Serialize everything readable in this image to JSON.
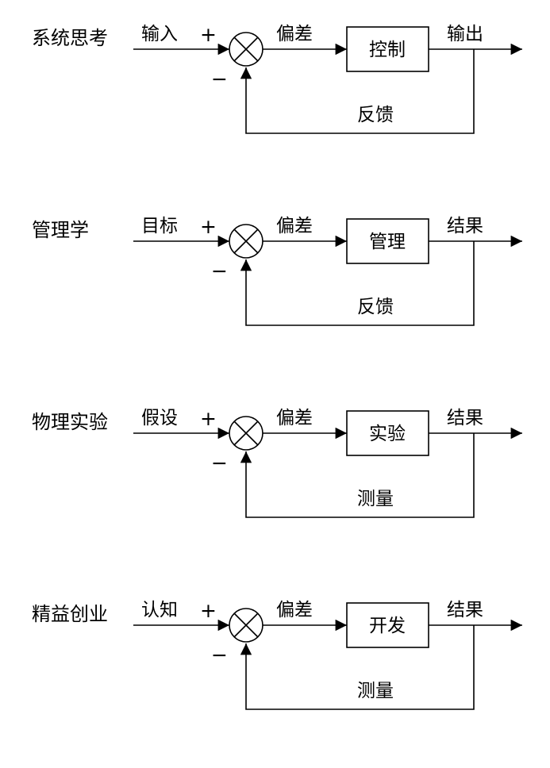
{
  "page": {
    "background": "#ffffff",
    "line_color": "#000000",
    "text_color": "#000000"
  },
  "diagrams": [
    {
      "id": "systems-thinking",
      "title": "系统思考",
      "input_label": "输入",
      "plus_sign": "+",
      "minus_sign": "−",
      "deviation_label": "偏差",
      "process_label": "控制",
      "output_label": "输出",
      "feedback_label": "反馈"
    },
    {
      "id": "management",
      "title": "管理学",
      "input_label": "目标",
      "plus_sign": "+",
      "minus_sign": "−",
      "deviation_label": "偏差",
      "process_label": "管理",
      "output_label": "结果",
      "feedback_label": "反馈"
    },
    {
      "id": "physics-experiment",
      "title": "物理实验",
      "input_label": "假设",
      "plus_sign": "+",
      "minus_sign": "−",
      "deviation_label": "偏差",
      "process_label": "实验",
      "output_label": "结果",
      "feedback_label": "测量"
    },
    {
      "id": "lean-startup",
      "title": "精益创业",
      "input_label": "认知",
      "plus_sign": "+",
      "minus_sign": "−",
      "deviation_label": "偏差",
      "process_label": "开发",
      "output_label": "结果",
      "feedback_label": "测量"
    }
  ]
}
